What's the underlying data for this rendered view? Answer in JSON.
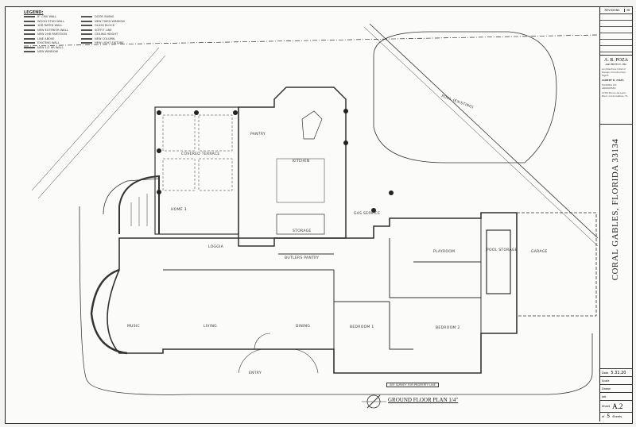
{
  "legend": {
    "title": "LEGEND:",
    "col1": [
      "8\" CMU WALL",
      "WOOD STUD WALL",
      "1HR RATED WALL",
      "NEW EXTERIOR WALL",
      "NEW 2HR PARTITION",
      "LINE ABOVE",
      "EXISTING WALL",
      "NEW 1/2 HR WALL",
      "NEW WINDOW"
    ],
    "col2": [
      "DOOR SWING",
      "NEW FIXED WINDOW",
      "GLASS BLOCK",
      "SOFFIT LINE",
      "CEILING HEIGHT",
      "NEW COLUMN",
      "NEW LIGHT FIXTURE"
    ]
  },
  "rooms": {
    "covered_terrace": "COVERED TERRACE",
    "home_office": "HOME 3",
    "loggia": "LOGGIA",
    "pantry": "PANTRY",
    "kitchen": "KITCHEN",
    "storage": "STORAGE",
    "breakfast": "BUTLERS PANTRY",
    "gas_service": "GAS SERVICE",
    "pool": "POOL (EXISTING)",
    "playroom": "PLAYROOM",
    "pool_storage": "POOL STORAGE",
    "garage": "GARAGE",
    "music": "MUSIC",
    "living": "LIVING",
    "dining": "DINING",
    "bedroom1": "BEDROOM 1",
    "bedroom2": "BEDROOM 2",
    "entry": "ENTRY"
  },
  "notes": {
    "site_note": "SEE SURVEY FOR PROPERTY LINE",
    "plan_title": "GROUND FLOOR PLAN 1/4\""
  },
  "title_block": {
    "revisions": "REVISIONS",
    "by": "BY",
    "firm": "A. R. POZA",
    "firm_sub": "ARCHITECT, INC",
    "firm_desc": "Architecture Interior Design Construction Mgmt",
    "architect": "ALBERT R. POZA",
    "license": "FLORIDA LIC. AR0009583",
    "address": "2700 Ponce de Leon Blvd, Coral Gables, FL",
    "location": "CORAL GABLES, FLORIDA 33134",
    "date_label": "Date",
    "date": "5.31.20",
    "scale_label": "Scale",
    "drawn_label": "Drawn",
    "job_label": "Job",
    "sheet_label": "Sheet",
    "sheet": "A.2",
    "of_label": "of",
    "of_count": "5",
    "sheets_label": "Sheets"
  }
}
